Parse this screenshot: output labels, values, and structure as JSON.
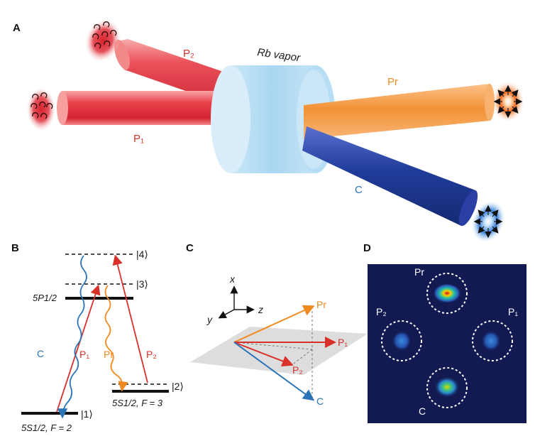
{
  "panel_labels": {
    "a": "A",
    "b": "B",
    "c": "C",
    "d": "D"
  },
  "panel_a": {
    "vapor_label": "Rb vapor",
    "beams": {
      "p1": "P₁",
      "p2": "P₂",
      "pr": "Pr",
      "c": "C"
    },
    "colors": {
      "pump": "#e0323a",
      "probe": "#f39236",
      "conjugate": "#1f3c9a",
      "cell": "#bfe1f5"
    }
  },
  "panel_b": {
    "levels": {
      "l4": "|4⟩",
      "l3": "|3⟩",
      "l2": "|2⟩",
      "l1": "|1⟩"
    },
    "state_5p": "5P1/2",
    "state_5s_f2": "5S1/2, F = 2",
    "state_5s_f3": "5S1/2, F = 3",
    "transitions": {
      "c": "C",
      "p1": "P₁",
      "pr": "Pr",
      "p2": "P₂"
    }
  },
  "panel_c": {
    "axes": {
      "x": "x",
      "y": "y",
      "z": "z"
    },
    "beams": {
      "pr": "Pr",
      "p1": "P₁",
      "p2": "P₂",
      "c": "C"
    }
  },
  "panel_d": {
    "labels": {
      "pr": "Pr",
      "p2": "P₂",
      "p1": "P₁",
      "c": "C"
    },
    "background": "#131a52"
  }
}
